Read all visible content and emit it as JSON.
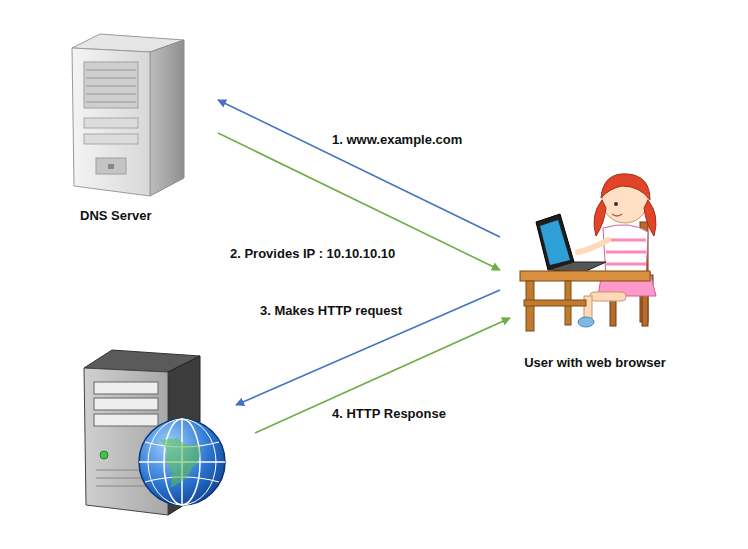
{
  "diagram": {
    "nodes": [
      {
        "text": [
          "DNS Server"
        ]
      },
      {
        "text": [
          "User with web browser"
        ]
      }
    ],
    "edges": [
      {
        "from": 1,
        "to": 0,
        "arrow": "to",
        "label": "1. www.example.com"
      },
      {
        "from": 0,
        "to": 1,
        "arrow": "to",
        "label": "2. Provides IP : 10.10.10.10"
      }
    ],
    "labels": [
      "3. Makes HTTP request",
      "4. HTTP Response"
    ]
  }
}
